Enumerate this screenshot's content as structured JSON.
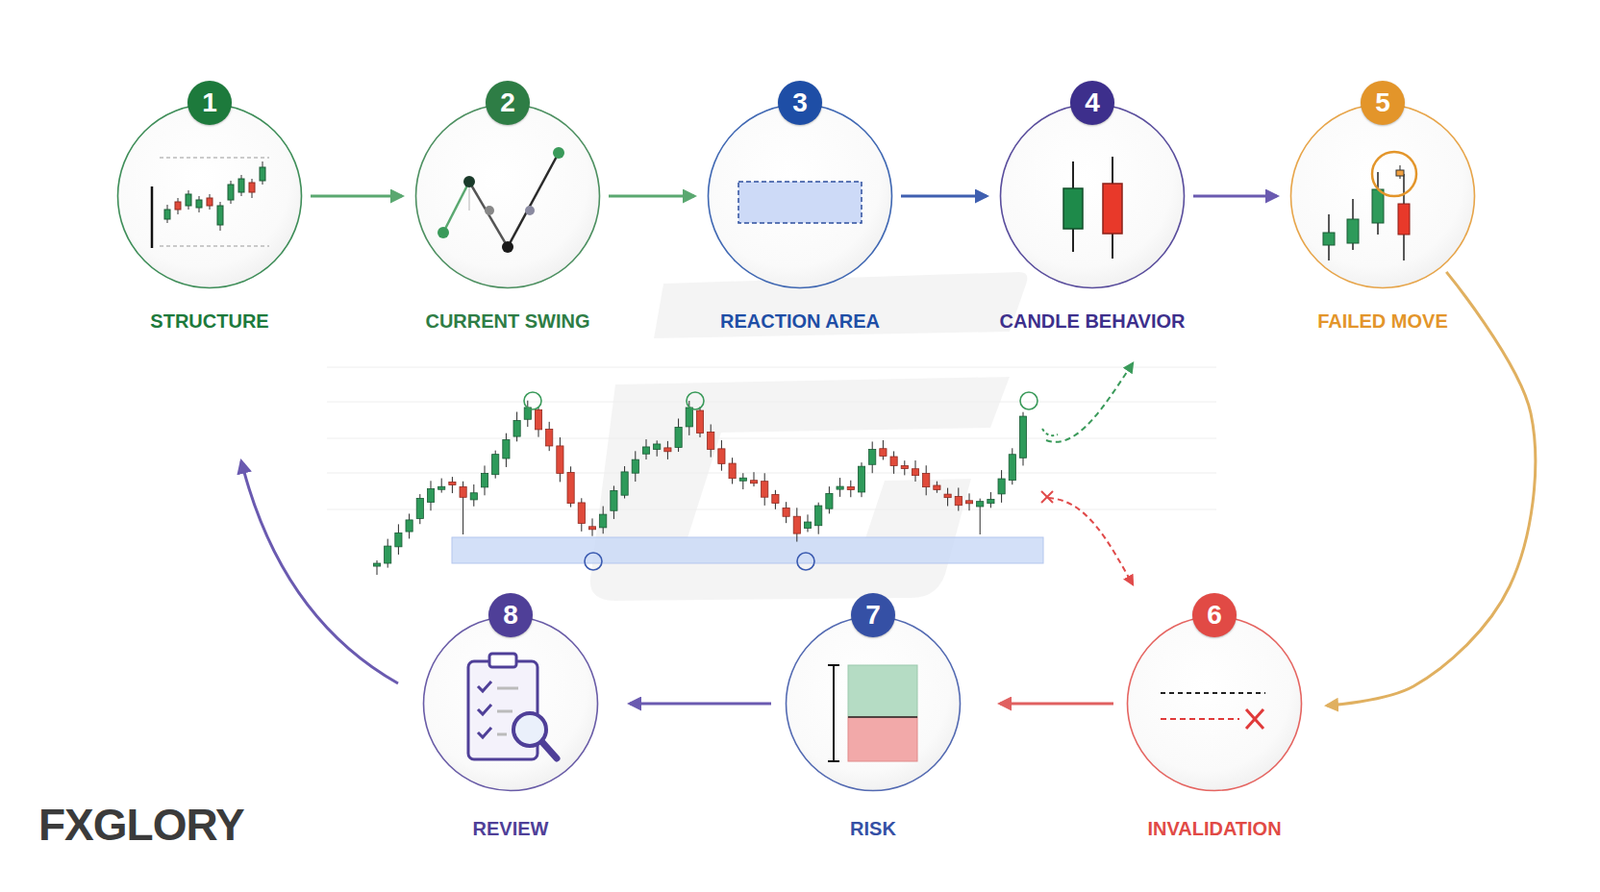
{
  "diagram": {
    "nodes": [
      {
        "text": [
          "1",
          "STRUCTURE"
        ]
      },
      {
        "text": [
          "2",
          "CURRENT SWING"
        ]
      },
      {
        "text": [
          "3",
          "REACTION AREA"
        ]
      },
      {
        "text": [
          "4",
          "CANDLE BEHAVIOR"
        ]
      },
      {
        "text": [
          "5",
          "FAILED MOVE"
        ]
      },
      {
        "text": [
          "6",
          "INVALIDATION"
        ]
      },
      {
        "text": [
          "7",
          "RISK"
        ]
      },
      {
        "text": [
          "8",
          "REVIEW"
        ]
      }
    ],
    "edges": [
      {
        "from": 0,
        "to": 1,
        "arrow": "to"
      },
      {
        "from": 1,
        "to": 2,
        "arrow": "to"
      },
      {
        "from": 2,
        "to": 3,
        "arrow": "to"
      },
      {
        "from": 3,
        "to": 4,
        "arrow": "to"
      },
      {
        "from": 4,
        "to": 5,
        "arrow": "to"
      },
      {
        "from": 5,
        "to": 6,
        "arrow": "to"
      },
      {
        "from": 6,
        "to": 7,
        "arrow": "to"
      }
    ],
    "labels": [
      "FXGLORY"
    ]
  }
}
